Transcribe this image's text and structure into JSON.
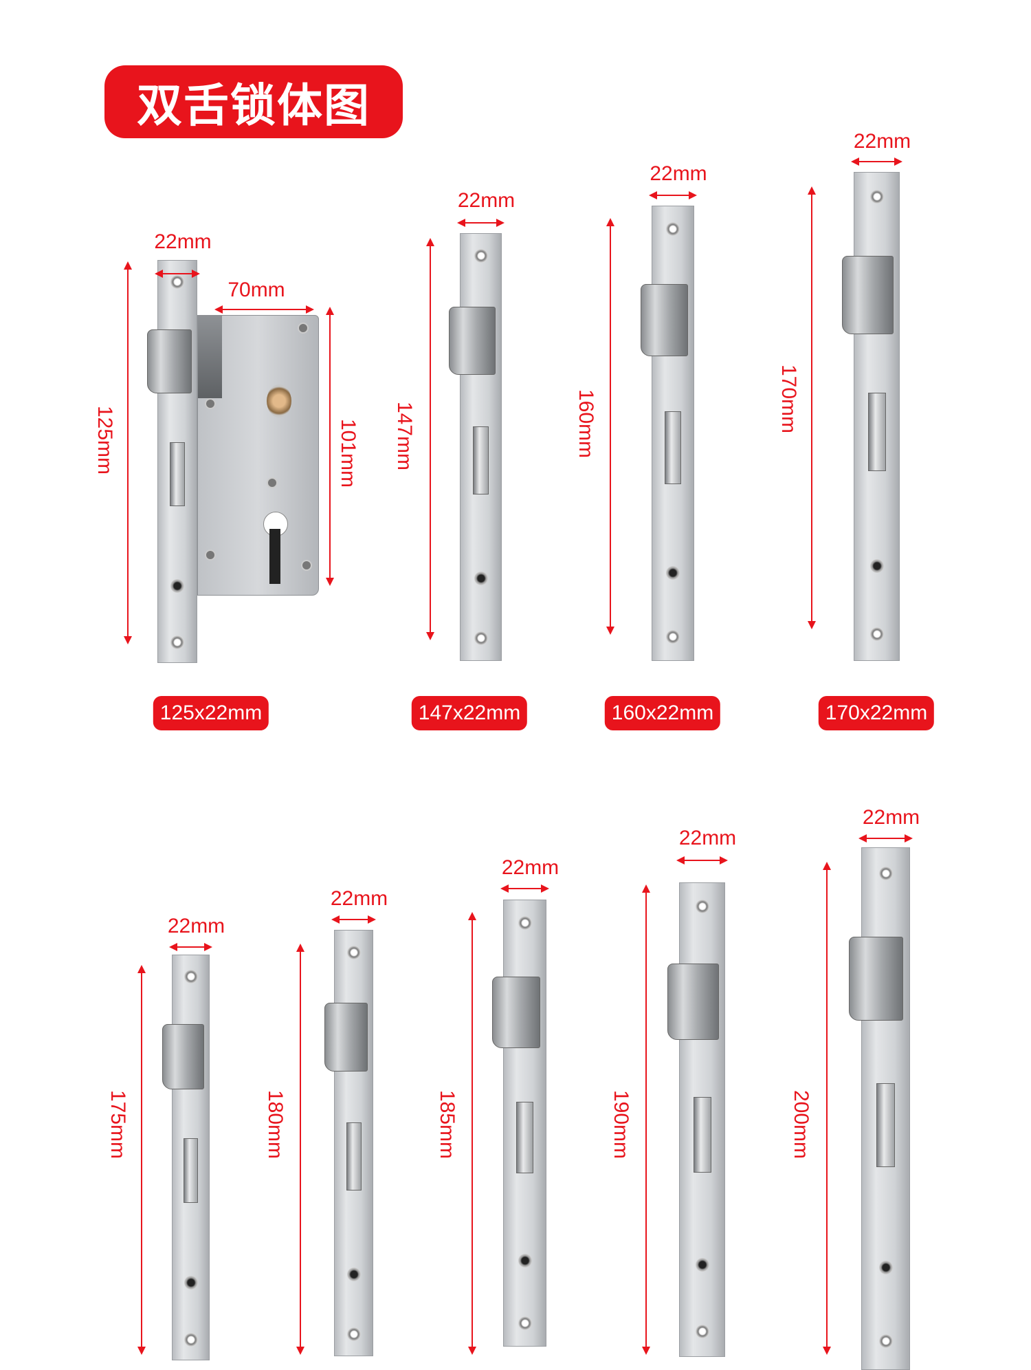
{
  "title": "双舌锁体图",
  "colors": {
    "accent": "#e8141c"
  },
  "lock_body": {
    "width_label": "22mm",
    "depth_label": "70mm",
    "case_height_label": "101mm",
    "height_label": "125mm",
    "badge": "125x22mm"
  },
  "faceplates": [
    {
      "width_label": "22mm",
      "height_label": "147mm",
      "badge": "147x22mm"
    },
    {
      "width_label": "22mm",
      "height_label": "160mm",
      "badge": "160x22mm"
    },
    {
      "width_label": "22mm",
      "height_label": "170mm",
      "badge": "170x22mm"
    },
    {
      "width_label": "22mm",
      "height_label": "175mm"
    },
    {
      "width_label": "22mm",
      "height_label": "180mm"
    },
    {
      "width_label": "22mm",
      "height_label": "185mm"
    },
    {
      "width_label": "22mm",
      "height_label": "190mm"
    },
    {
      "width_label": "22mm",
      "height_label": "200mm"
    }
  ]
}
